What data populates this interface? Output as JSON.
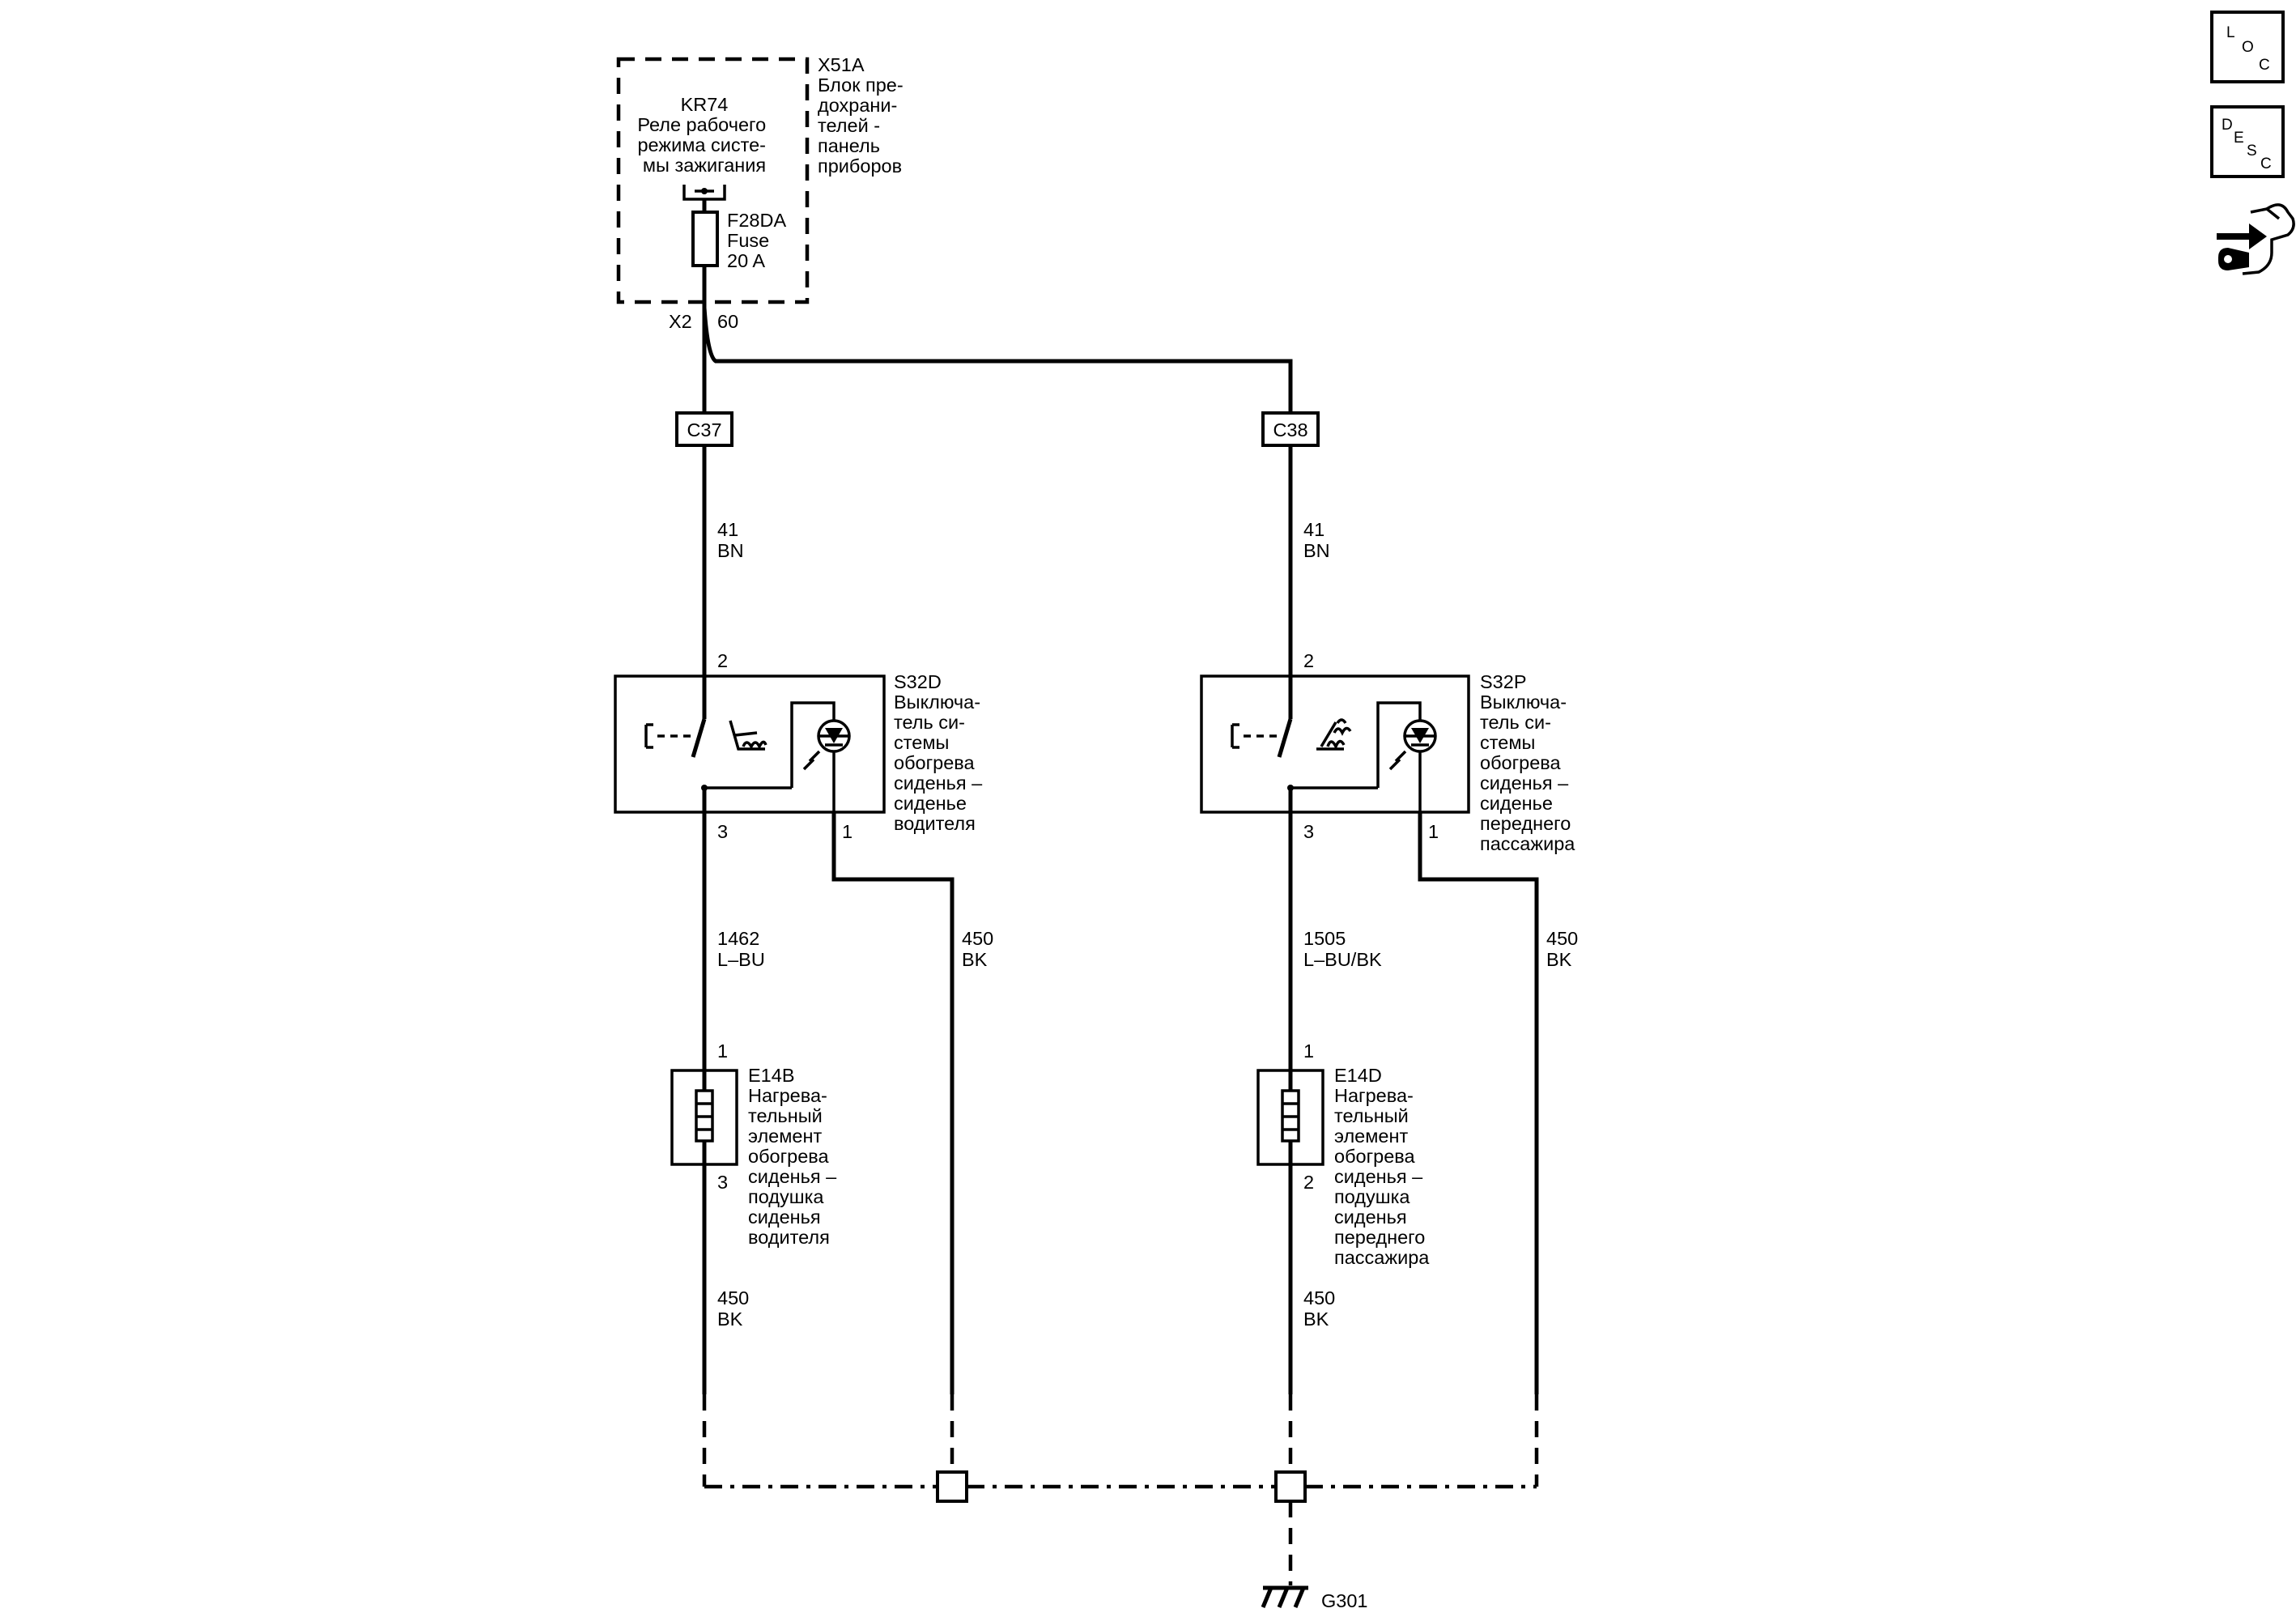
{
  "fuse_block": {
    "id": "X51A",
    "name_lines": [
      "Блок пре-",
      "дохрани-",
      "телей -",
      "панель",
      "приборов"
    ],
    "relay_id": "KR74",
    "relay_lines": [
      "Реле рабочего",
      "режима систе-",
      "мы зажигания"
    ],
    "fuse_id": "F28DA",
    "fuse_type": "Fuse",
    "fuse_rating": "20 A",
    "connector": "X2",
    "pin": "60"
  },
  "inline_connectors": {
    "left": "C37",
    "right": "C38"
  },
  "driver": {
    "feed_wire": {
      "circuit": "41",
      "color": "BN"
    },
    "switch": {
      "id": "S32D",
      "lines": [
        "Выключа-",
        "тель си-",
        "стемы",
        "обогрева",
        "сиденья –",
        "сиденье",
        "водителя"
      ],
      "pin_in": "2",
      "pin_out": "3",
      "pin_lamp": "1"
    },
    "heater_wire": {
      "circuit": "1462",
      "color": "L–BU"
    },
    "lamp_ground_wire": {
      "circuit": "450",
      "color": "BK"
    },
    "heater": {
      "id": "E14B",
      "lines": [
        "Нагрева-",
        "тельный",
        "элемент",
        "обогрева",
        "сиденья –",
        "подушка",
        "сиденья",
        "водителя"
      ],
      "pin_in": "1",
      "pin_out": "3"
    },
    "ground_wire": {
      "circuit": "450",
      "color": "BK"
    }
  },
  "passenger": {
    "feed_wire": {
      "circuit": "41",
      "color": "BN"
    },
    "switch": {
      "id": "S32P",
      "lines": [
        "Выключа-",
        "тель си-",
        "стемы",
        "обогрева",
        "сиденья –",
        "сиденье",
        "переднего",
        "пассажира"
      ],
      "pin_in": "2",
      "pin_out": "3",
      "pin_lamp": "1"
    },
    "heater_wire": {
      "circuit": "1505",
      "color": "L–BU/BK"
    },
    "lamp_ground_wire": {
      "circuit": "450",
      "color": "BK"
    },
    "heater": {
      "id": "E14D",
      "lines": [
        "Нагрева-",
        "тельный",
        "элемент",
        "обогрева",
        "сиденья –",
        "подушка",
        "сиденья",
        "переднего",
        "пассажира"
      ],
      "pin_in": "1",
      "pin_out": "2"
    },
    "ground_wire": {
      "circuit": "450",
      "color": "BK"
    }
  },
  "ground": {
    "id": "G301"
  },
  "nav": {
    "loc": {
      "l1": "L",
      "l2": "O",
      "l3": "C"
    },
    "desc": {
      "l1": "D",
      "l2": "E",
      "l3": "S",
      "l4": "C"
    },
    "back_icon": "connector-hand-icon"
  }
}
